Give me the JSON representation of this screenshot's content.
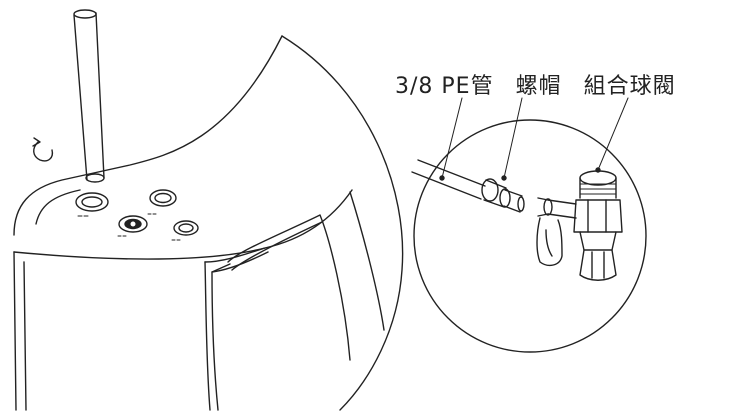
{
  "labels": {
    "pe_tube": "3/8 PE管",
    "nut": "螺帽",
    "ball_valve": "組合球閥"
  },
  "colors": {
    "line": "#222222",
    "background": "#ffffff"
  },
  "icons": [
    "rotate-arrow-icon"
  ]
}
